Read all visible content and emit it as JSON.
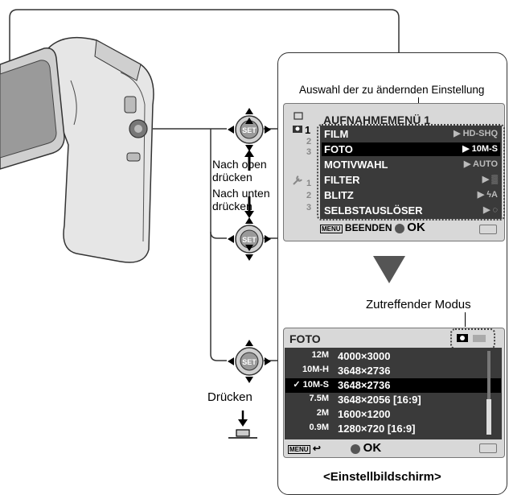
{
  "labels": {
    "setting_select": "Auswahl der zu ändernden Einstellung",
    "press_up": "Nach oben\ndrücken",
    "press_down": "Nach unten\ndrücken",
    "relevant_mode": "Zutreffender Modus",
    "press": "Drücken",
    "settings_screen": "<Einstellbildschirm>"
  },
  "dial_label": "SET",
  "menu_screen": {
    "title": "AUFNAHMEMENÜ 1",
    "tabs_top": [
      "1",
      "2",
      "3"
    ],
    "tabs_bottom": [
      "1",
      "2",
      "3"
    ],
    "rows": [
      {
        "label": "FILM",
        "value": "▶ HD-SHQ",
        "selected": false
      },
      {
        "label": "FOTO",
        "value": "▶ 10M-S",
        "selected": true
      },
      {
        "label": "MOTIVWAHL",
        "value": "▶ AUTO",
        "selected": false
      },
      {
        "label": "FILTER",
        "value": "▶ ▒",
        "selected": false
      },
      {
        "label": "BLITZ",
        "value": "▶ ϟA",
        "selected": false
      },
      {
        "label": "SELBSTAUSLÖSER",
        "value": "▶ ◌",
        "selected": false
      }
    ],
    "footer_end": "BEENDEN",
    "footer_menu": "MENU",
    "footer_ok": "OK"
  },
  "settings_screen": {
    "title": "FOTO",
    "rows": [
      {
        "icon": "12M",
        "size": "4000×3000",
        "selected": false,
        "check": ""
      },
      {
        "icon": "10M-H",
        "size": "3648×2736",
        "selected": false,
        "check": ""
      },
      {
        "icon": "10M-S",
        "size": "3648×2736",
        "selected": true,
        "check": "✓"
      },
      {
        "icon": "7.5M",
        "size": "3648×2056 [16:9]",
        "selected": false,
        "check": ""
      },
      {
        "icon": "2M",
        "size": "1600×1200",
        "selected": false,
        "check": ""
      },
      {
        "icon": "0.9M",
        "size": "1280×720   [16:9]",
        "selected": false,
        "check": ""
      }
    ],
    "footer_menu": "MENU",
    "footer_ok": "OK"
  },
  "colors": {
    "lcd_bg": "#2c2c2c",
    "selected_row": "#000000",
    "frame": "#d8d8d8"
  }
}
